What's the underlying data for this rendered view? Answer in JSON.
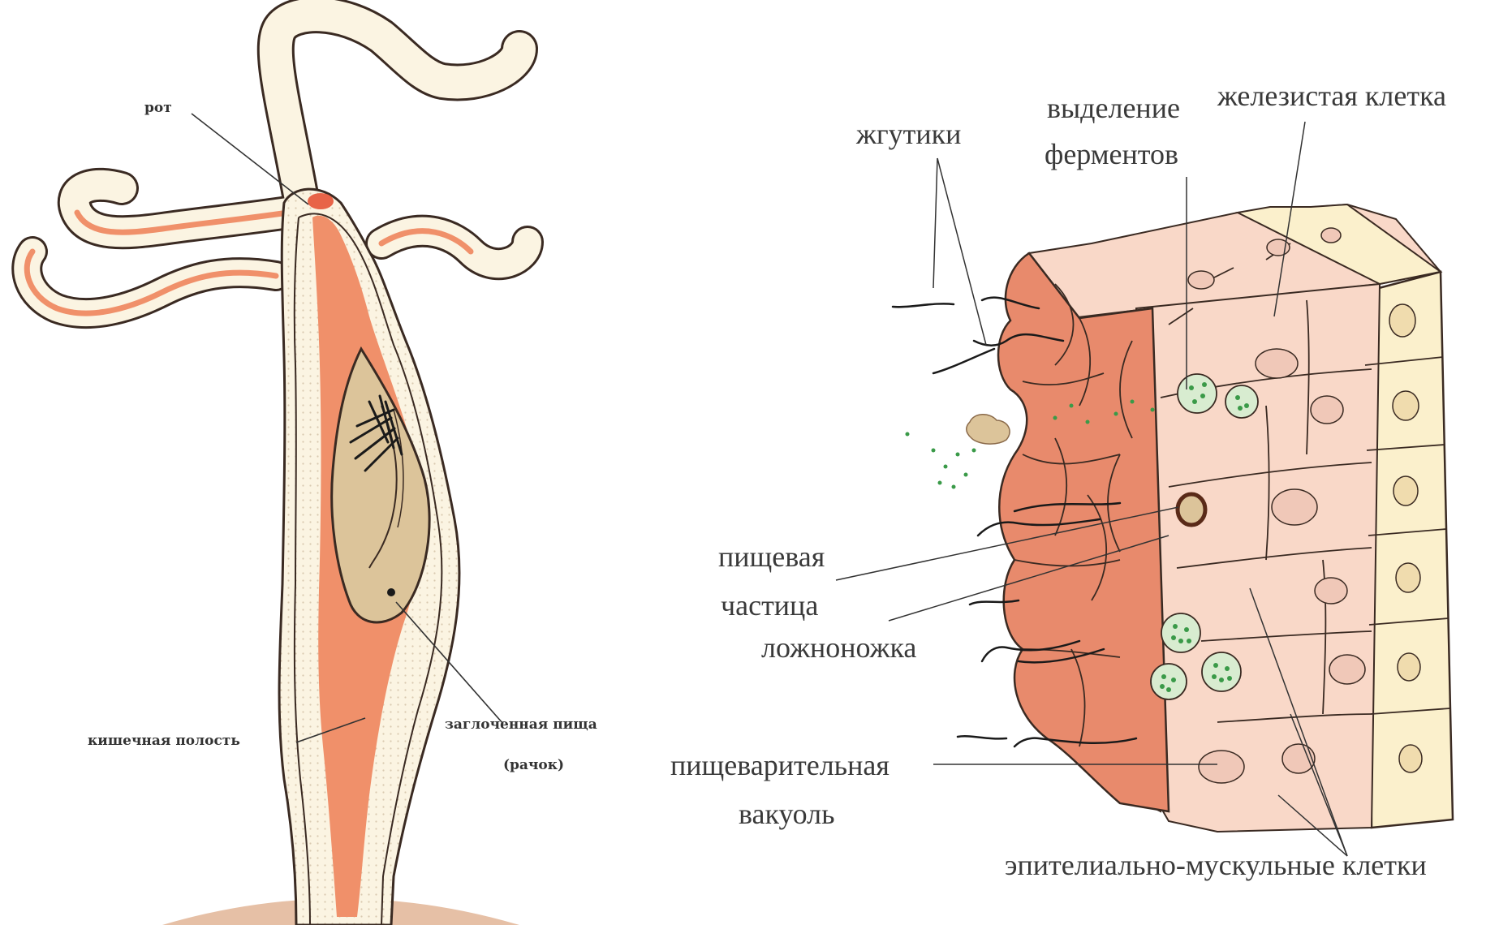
{
  "left_figure": {
    "labels": {
      "mouth": "рот",
      "gut_cavity": "кишечная полость",
      "prey_line1": "заглоченная пища",
      "prey_line2": "(рачок)"
    }
  },
  "right_figure": {
    "labels": {
      "flagella": "жгутики",
      "enzymes_line1": "выделение",
      "enzymes_line2": "ферментов",
      "gland_cell": "железистая клетка",
      "food_particle_line1": "пищевая",
      "food_particle_line2": "частица",
      "pseudopod": "ложноножка",
      "vacuole_line1": "пищеварительная",
      "vacuole_line2": "вакуоль",
      "epithelial_cells": "эпителиально-мускульные клетки"
    }
  },
  "colors": {
    "gut_fill": "#f0906a",
    "ectoderm_fill": "#fbf4e2",
    "prey_fill": "#dcc49a",
    "endoderm_dark": "#e88a6c",
    "endoderm_mid": "#f4b8a0",
    "endoderm_light": "#f9d8c8",
    "ectoderm_cells": "#fbf0cc",
    "granules": "#3a9a48",
    "outline": "#3a2a22"
  }
}
